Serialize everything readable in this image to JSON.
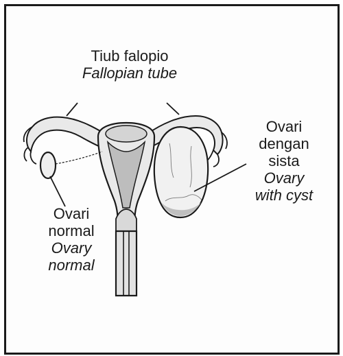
{
  "labels": {
    "fallopian_tube": {
      "malay": "Tiub falopio",
      "english": "Fallopian tube"
    },
    "ovary_with_cyst": {
      "malay_line1": "Ovari",
      "malay_line2": "dengan",
      "malay_line3": "sista",
      "english_line1": "Ovary",
      "english_line2": "with cyst"
    },
    "normal_ovary": {
      "malay_line1": "Ovari",
      "malay_line2": "normal",
      "english_line1": "Ovary",
      "english_line2": "normal"
    }
  },
  "colors": {
    "ink": "#1a1a1a",
    "tissue_fill": "#e9e9e9",
    "cyst_fill": "#f1f1f1",
    "background": "#fdfdfd"
  }
}
